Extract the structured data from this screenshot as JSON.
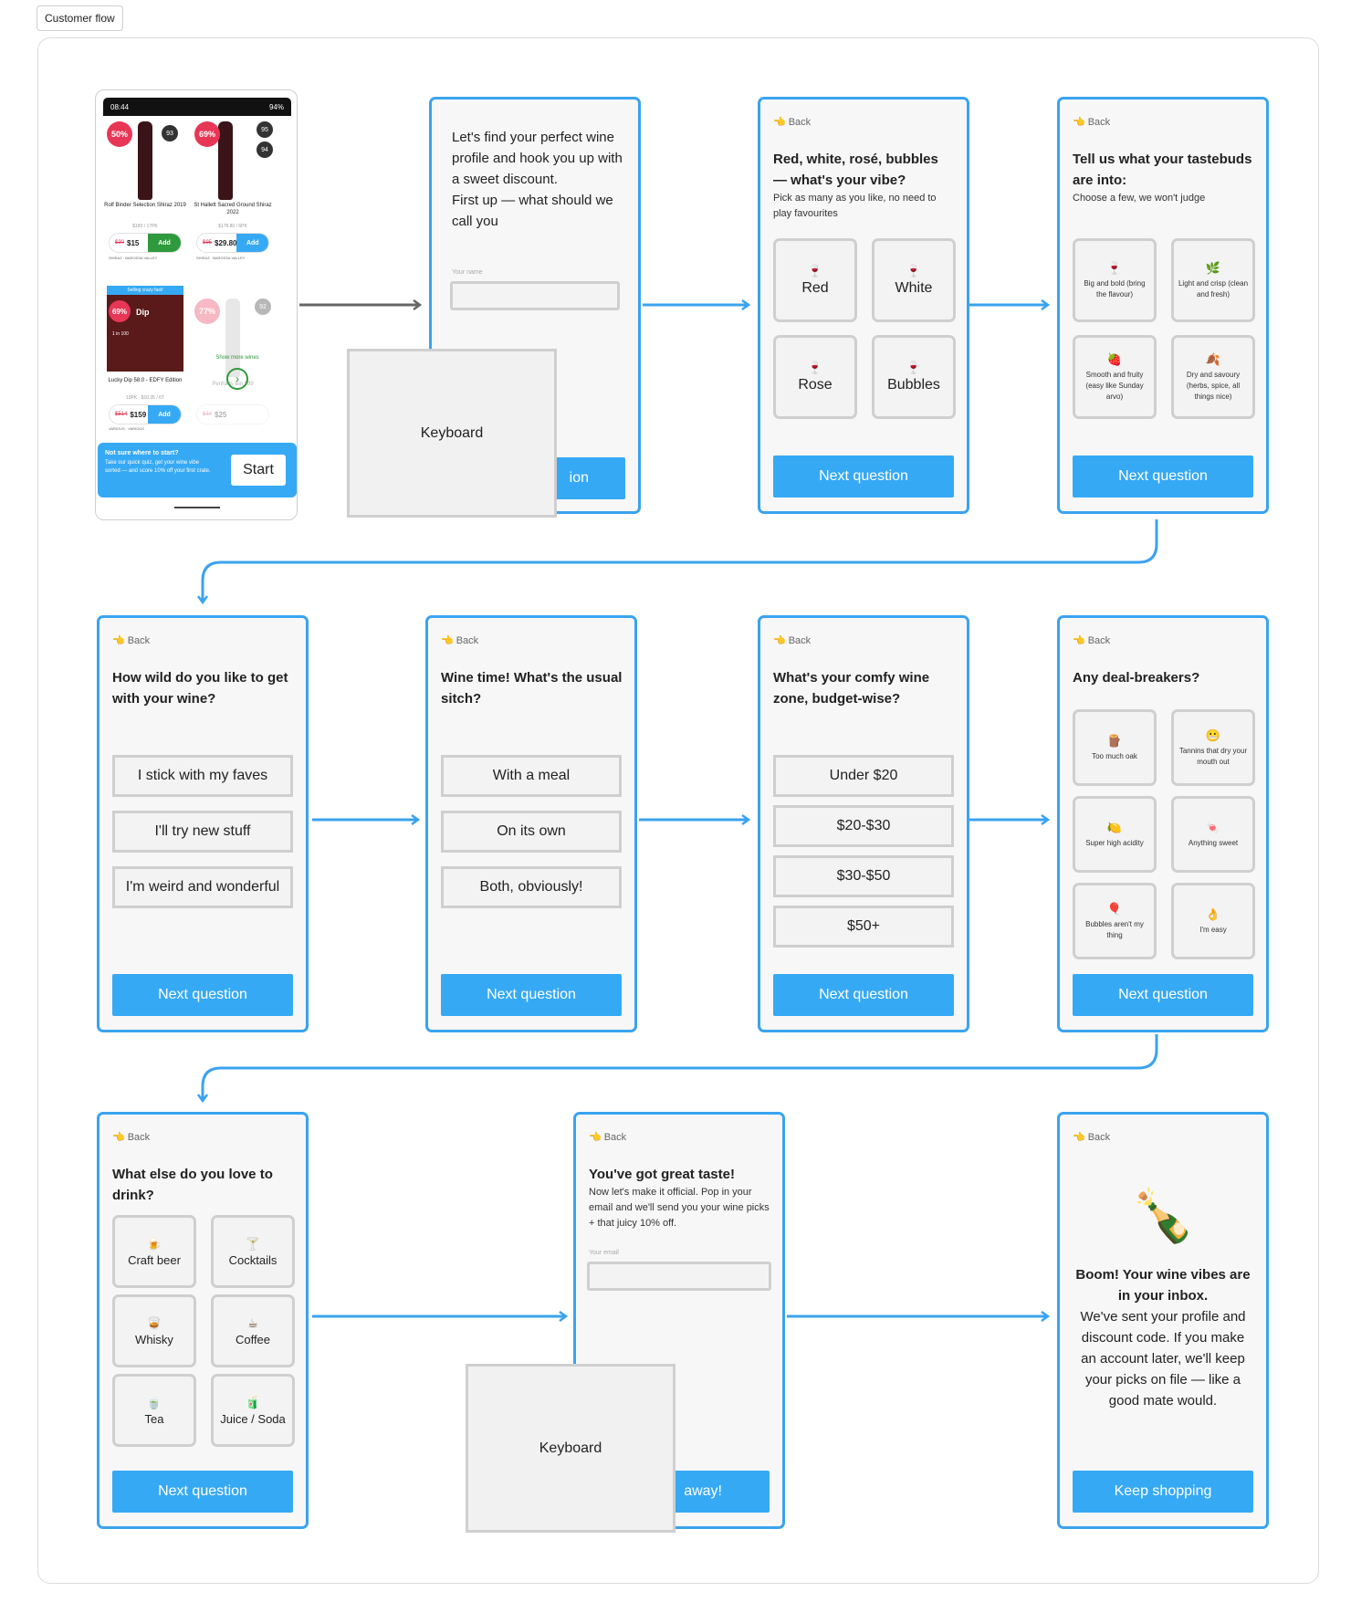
{
  "flow_label": "Customer flow",
  "phone": {
    "status_time": "08:44",
    "status_right": "94%",
    "products": [
      {
        "discount": "50%",
        "name": "Rolf Binder Selection Shiraz 2019",
        "meta": "$180 / 17PK",
        "old_price": "$30",
        "price": "$15",
        "add": "Add",
        "tags": "SHIRAZ · BAROSSA VALLEY"
      },
      {
        "discount": "69%",
        "name": "St Hallett Sacred Ground Shiraz 2022",
        "meta": "$178.80 / 6PK",
        "old_price": "$95",
        "price": "$29.80",
        "add": "Add",
        "tags": "SHIRAZ · BAROSSA VALLEY"
      },
      {
        "discount": "69%",
        "name": "Lucky Dip 58.0 - EDFY Edition",
        "meta": "10PK · $10.35 / 6T",
        "old_price": "$514",
        "price": "$159",
        "add": "Add",
        "tags": "VARIOUS · VARIOUS"
      },
      {
        "discount": "77%",
        "name": "Penfolds Bin 389",
        "meta": "",
        "old_price": "$44",
        "price": "$25",
        "add": "",
        "tags": ""
      }
    ],
    "selling_fast": "Selling crazy fast!",
    "lucky_dip": "Dip",
    "one_in": "1 in 100",
    "show_more": "Show more wines",
    "scores": [
      "95",
      "94",
      "93",
      "92"
    ],
    "promo_title": "Not sure where to start?",
    "promo_body": "Take our quick quiz, get your wine vibe sorted — and score 10% off your first crate.",
    "promo_button": "Start"
  },
  "back_label": "Back",
  "next_label": "Next question",
  "keyboard_label": "Keyboard",
  "screens": {
    "name": {
      "question": "Let's find your perfect wine profile and hook you up with a sweet discount.",
      "question2": "First up — what should we call you",
      "field_label": "Your name",
      "cta_partial": "ion"
    },
    "vibe": {
      "question": "Red, white, rosé, bubbles — what's your vibe?",
      "sub": "Pick as many as you like, no need to play favourites",
      "options": [
        "Red",
        "White",
        "Rose",
        "Bubbles"
      ]
    },
    "taste": {
      "question": "Tell us what your tastebuds are into:",
      "sub": "Choose a few, we won't judge",
      "options": [
        "Big and bold (bring the flavour)",
        "Light and crisp (clean and fresh)",
        "Smooth and fruity (easy like Sunday arvo)",
        "Dry and savoury (herbs, spice, all things nice)"
      ]
    },
    "wild": {
      "question": "How wild do you like to get with your wine?",
      "options": [
        "I stick with my faves",
        "I'll try new stuff",
        "I'm weird and wonderful"
      ]
    },
    "occasion": {
      "question": "Wine time! What's the usual sitch?",
      "options": [
        "With a meal",
        "On its own",
        "Both, obviously!"
      ]
    },
    "budget": {
      "question": "What's your comfy wine zone, budget-wise?",
      "options": [
        "Under $20",
        "$20-$30",
        "$30-$50",
        "$50+"
      ]
    },
    "dealbreakers": {
      "question": "Any deal-breakers?",
      "options": [
        "Too much oak",
        "Tannins that dry your mouth out",
        "Super high acidity",
        "Anything sweet",
        "Bubbles aren't my thing",
        "I'm easy"
      ]
    },
    "drinks": {
      "question": "What else do you love to drink?",
      "options": [
        "Craft beer",
        "Cocktails",
        "Whisky",
        "Coffee",
        "Tea",
        "Juice / Soda"
      ]
    },
    "email": {
      "question": "You've got great taste!",
      "sub": "Now let's make it official. Pop in your email and we'll send you your wine picks + that juicy 10% off.",
      "field_label": "Your email",
      "cta_partial": "away!"
    },
    "done": {
      "title": "Boom! Your wine vibes are in your inbox.",
      "body": "We've sent your profile and discount code. If you make an account later, we'll keep your picks on file — like a good mate would.",
      "cta": "Keep shopping"
    }
  },
  "colors": {
    "accent": "#36a9f5",
    "border": "#3aa3ef",
    "tile_border": "#cfcfcf",
    "arrow_first": "#666666"
  }
}
